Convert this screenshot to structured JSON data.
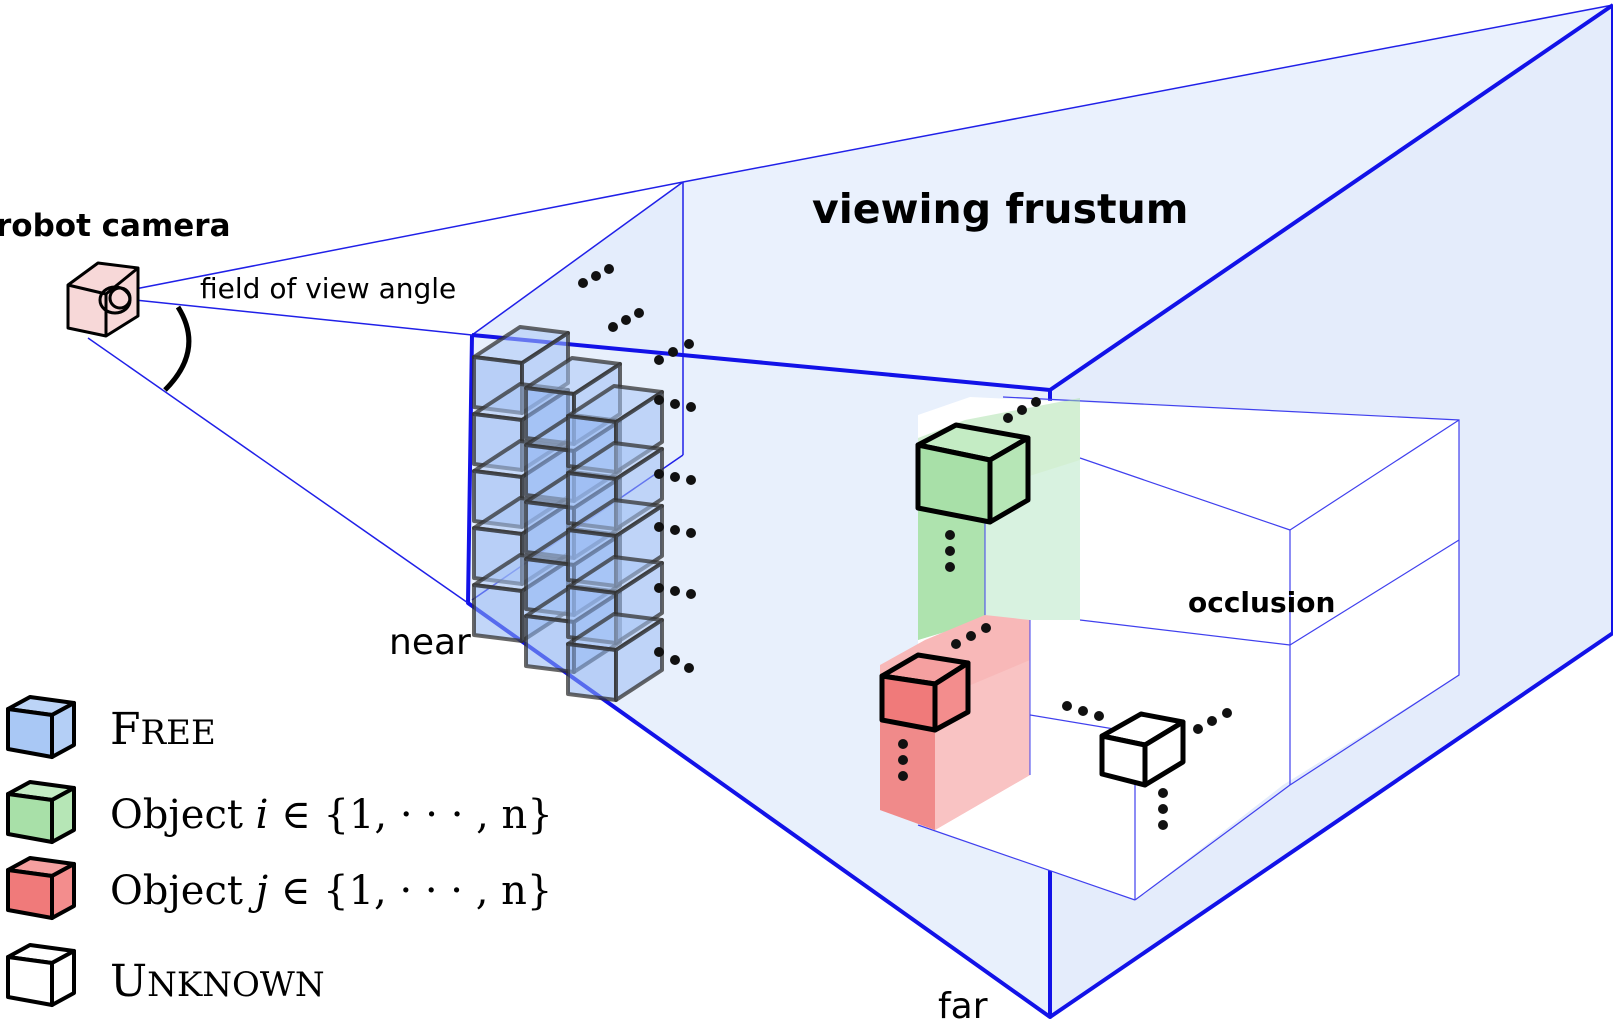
{
  "labels": {
    "title": "viewing frustum",
    "camera": "robot camera",
    "fov": "field of view angle",
    "near": "near",
    "far": "far",
    "occlusion": "occlusion"
  },
  "legend": {
    "free": {
      "cap": "F",
      "rest": "REE",
      "color": "#a9c8f5"
    },
    "object_i": {
      "text": "Object ",
      "var": "i",
      "set": " ∈ {1, · · · , n}",
      "color": "#a8e0a8"
    },
    "object_j": {
      "text": "Object ",
      "var": "j",
      "set": " ∈ {1, · · · , n}",
      "color": "#f07a7a"
    },
    "unknown": {
      "cap": "U",
      "rest": "NKNOWN",
      "color": "#ffffff"
    }
  },
  "colors": {
    "frustum_fill": "#e8f0fc",
    "frustum_edge": "#1212e8",
    "free_cube": "#8fb5f2",
    "object_i": "#a8e0a8",
    "object_j": "#f07a7a",
    "camera": "#f7d8d8"
  }
}
